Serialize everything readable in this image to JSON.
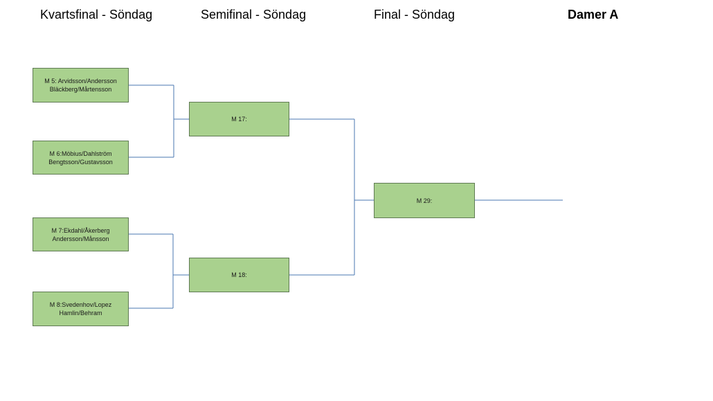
{
  "headers": {
    "quarterfinal": "Kvartsfinal - Söndag",
    "semifinal": "Semifinal - Söndag",
    "final": "Final - Söndag",
    "event": "Damer A"
  },
  "matches": {
    "m5": {
      "line1": "M 5: Arvidsson/Andersson",
      "line2": "Bläckberg/Mårtensson"
    },
    "m6": {
      "line1": "M 6:Möbius/Dahlström",
      "line2": "Bengtsson/Gustavsson"
    },
    "m7": {
      "line1": "M 7:Ekdahl/Åkerberg",
      "line2": "Andersson/Månsson"
    },
    "m8": {
      "line1": "M 8:Svedenhov/Lopez",
      "line2": "Hamlin/Behram"
    },
    "m17": {
      "line1": "M 17:"
    },
    "m18": {
      "line1": "M 18:"
    },
    "m29": {
      "line1": "M 29:"
    }
  },
  "colors": {
    "match_fill": "#a9d18e",
    "match_border": "#5f7a53",
    "connector": "#4a77b0"
  }
}
